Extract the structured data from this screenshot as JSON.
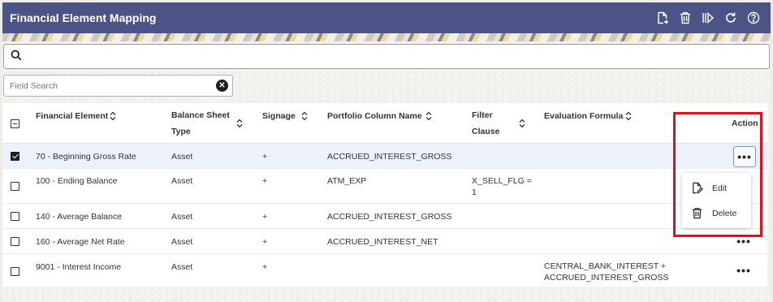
{
  "header": {
    "title": "Financial Element Mapping",
    "icons": [
      "add-document-icon",
      "trash-icon",
      "run-icon",
      "refresh-icon",
      "help-icon"
    ]
  },
  "search": {
    "value": "",
    "placeholder": ""
  },
  "field_search": {
    "placeholder": "Field Search",
    "value": ""
  },
  "table": {
    "columns": {
      "financial_element": "Financial Element",
      "balance_sheet_line1": "Balance Sheet",
      "balance_sheet_line2": "Type",
      "signage": "Signage",
      "portfolio_column": "Portfolio Column Name",
      "filter_line1": "Filter",
      "filter_line2": "Clause",
      "evaluation_formula": "Evaluation Formula",
      "action": "Action"
    },
    "rows": [
      {
        "element": "70 - Beginning Gross Rate",
        "type": "Asset",
        "signage": "+",
        "portfolio": "ACCRUED_INTEREST_GROSS",
        "filter1": "",
        "filter2": "",
        "formula1": "",
        "formula2": "",
        "selected": true
      },
      {
        "element": "100 - Ending Balance",
        "type": "Asset",
        "signage": "+",
        "portfolio": "ATM_EXP",
        "filter1": "X_SELL_FLG =",
        "filter2": "1",
        "formula1": "",
        "formula2": "",
        "selected": false
      },
      {
        "element": "140 - Average Balance",
        "type": "Asset",
        "signage": "+",
        "portfolio": "ACCRUED_INTEREST_GROSS",
        "filter1": "",
        "filter2": "",
        "formula1": "",
        "formula2": "",
        "selected": false
      },
      {
        "element": "160 - Average Net Rate",
        "type": "Asset",
        "signage": "+",
        "portfolio": "ACCRUED_INTEREST_NET",
        "filter1": "",
        "filter2": "",
        "formula1": "",
        "formula2": "",
        "selected": false
      },
      {
        "element": "9001 - Interest Income",
        "type": "Asset",
        "signage": "+",
        "portfolio": "",
        "filter1": "",
        "filter2": "",
        "formula1": "CENTRAL_BANK_INTEREST +",
        "formula2": "ACCRUED_INTEREST_GROSS",
        "selected": false
      }
    ],
    "more_label": "•••"
  },
  "action_menu": {
    "edit": "Edit",
    "delete": "Delete"
  },
  "colors": {
    "header_bg": "#4c5487",
    "selected_row": "#ebf2fa",
    "highlight_border": "#e10f1f"
  }
}
